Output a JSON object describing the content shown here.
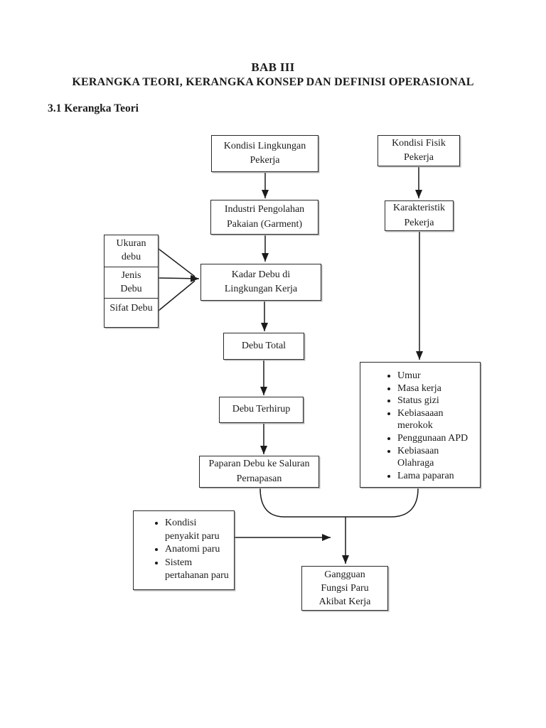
{
  "page": {
    "chapter_title": "BAB III",
    "chapter_subtitle": "KERANGKA TEORI, KERANGKA KONSEP DAN DEFINISI OPERASIONAL",
    "section_heading": "3.1 Kerangka Teori"
  },
  "flowchart": {
    "boxes": {
      "kondisi_lingkungan": "Kondisi Lingkungan\nPekerja",
      "kondisi_fisik": "Kondisi Fisik\nPekerja",
      "industri": "Industri Pengolahan\nPakaian (Garment)",
      "karakteristik": "Karakteristik\nPekerja",
      "ukuran_debu": "Ukuran\ndebu",
      "jenis_debu": "Jenis\nDebu",
      "sifat_debu": "Sifat Debu",
      "kadar_debu": "Kadar Debu di\nLingkungan Kerja",
      "debu_total": "Debu Total",
      "debu_terhirup": "Debu Terhirup",
      "paparan": "Paparan Debu ke Saluran\nPernapasan",
      "gangguan": "Gangguan\nFungsi Paru\nAkibat Kerja"
    },
    "worker_factors": [
      "Umur",
      "Masa kerja",
      "Status gizi",
      "Kebiasaaan\nmerokok",
      "Penggunaan APD",
      "Kebiasaan\nOlahraga",
      "Lama paparan"
    ],
    "lung_factors": [
      "Kondisi\npenyakit paru",
      "Anatomi paru",
      "Sistem\npertahanan paru"
    ]
  },
  "colors": {
    "ink": "#1b1b1b",
    "box_border": "#2a2a2a",
    "background": "#ffffff"
  }
}
